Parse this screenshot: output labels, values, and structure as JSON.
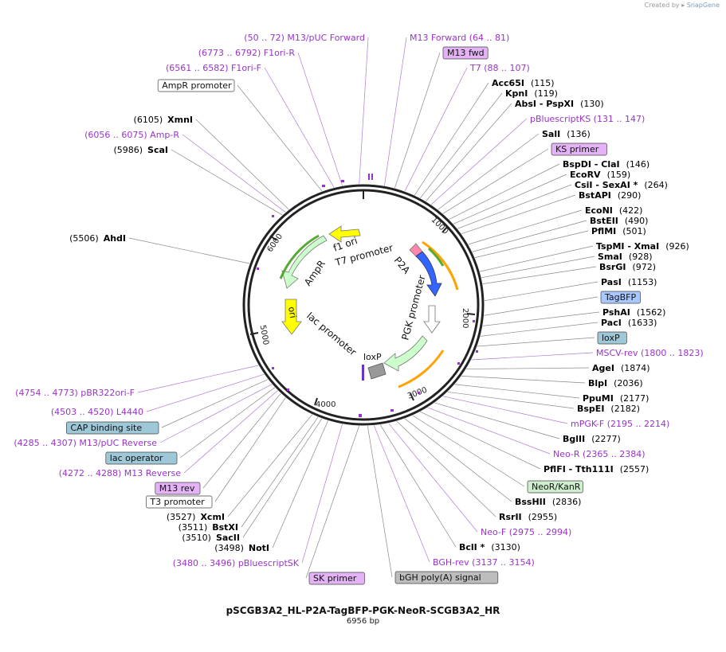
{
  "credit": {
    "prefix": "Created by",
    "brand": "SnapGene"
  },
  "plasmid": {
    "name": "pSCGB3A2_HL-P2A-TagBFP-PGK-NeoR-SCGB3A2_HR",
    "length_label": "6956 bp"
  },
  "ticks": [
    "1000",
    "2000",
    "3000",
    "4000",
    "5000",
    "6000"
  ],
  "colors": {
    "primer": "#9933cc",
    "enzyme": "#000000",
    "box_primer": "#e4b3f5",
    "box_blue": "#9ec7d8",
    "box_tag": "#a9c8ff",
    "box_green": "#cfeecf",
    "box_gray": "#bdbdbd"
  },
  "features": [
    {
      "name": "f1 ori",
      "color": "#ffff00"
    },
    {
      "name": "AmpR",
      "color": "#ccffcc"
    },
    {
      "name": "ori",
      "color": "#ffff00"
    },
    {
      "name": "T7 promoter",
      "color": "#ffffff"
    },
    {
      "name": "P2A",
      "color": "#ff88aa"
    },
    {
      "name": "TagBFP",
      "color": "#3366ff"
    },
    {
      "name": "PGK promoter",
      "color": "#ffffff"
    },
    {
      "name": "NeoR/KanR",
      "color": "#ccffcc"
    },
    {
      "name": "lac promoter",
      "color": "#ffffff"
    },
    {
      "name": "loxP",
      "color": "#999999"
    }
  ],
  "labels_right": [
    {
      "type": "primer",
      "text": "M13 Forward   (64 .. 81)"
    },
    {
      "type": "box",
      "text": "M13 fwd",
      "style": "primer"
    },
    {
      "type": "primer",
      "text": "T7   (88 .. 107)"
    },
    {
      "type": "enzyme",
      "name": "Acc65I",
      "pos": "(115)"
    },
    {
      "type": "enzyme",
      "name": "KpnI",
      "pos": "(119)"
    },
    {
      "type": "enzyme",
      "name": "AbsI   - PspXI",
      "pos": "(130)"
    },
    {
      "type": "primer",
      "text": "pBluescriptKS   (131 .. 147)"
    },
    {
      "type": "enzyme",
      "name": "SalI",
      "pos": "(136)"
    },
    {
      "type": "box",
      "text": "KS primer",
      "style": "primer"
    },
    {
      "type": "enzyme",
      "name": "BspDI   - ClaI",
      "pos": "(146)"
    },
    {
      "type": "enzyme",
      "name": "EcoRV",
      "pos": "(159)"
    },
    {
      "type": "enzyme",
      "name": "CsiI   - SexAI *",
      "pos": "(264)"
    },
    {
      "type": "enzyme",
      "name": "BstAPI",
      "pos": "(290)"
    },
    {
      "type": "enzyme",
      "name": "EcoNI",
      "pos": "(422)"
    },
    {
      "type": "enzyme",
      "name": "BstEII",
      "pos": "(490)"
    },
    {
      "type": "enzyme",
      "name": "PflMI",
      "pos": "(501)"
    },
    {
      "type": "enzyme",
      "name": "TspMI   - XmaI",
      "pos": "(926)"
    },
    {
      "type": "enzyme",
      "name": "SmaI",
      "pos": "(928)"
    },
    {
      "type": "enzyme",
      "name": "BsrGI",
      "pos": "(972)"
    },
    {
      "type": "enzyme",
      "name": "PasI",
      "pos": "(1153)"
    },
    {
      "type": "box",
      "text": "TagBFP",
      "style": "tag"
    },
    {
      "type": "enzyme",
      "name": "PshAI",
      "pos": "(1562)"
    },
    {
      "type": "enzyme",
      "name": "PacI",
      "pos": "(1633)"
    },
    {
      "type": "box",
      "text": "loxP",
      "style": "blue"
    },
    {
      "type": "primer",
      "text": "MSCV-rev   (1800 .. 1823)"
    },
    {
      "type": "enzyme",
      "name": "AgeI",
      "pos": "(1874)"
    },
    {
      "type": "enzyme",
      "name": "BlpI",
      "pos": "(2036)"
    },
    {
      "type": "enzyme",
      "name": "PpuMI",
      "pos": "(2177)"
    },
    {
      "type": "enzyme",
      "name": "BspEI",
      "pos": "(2182)"
    },
    {
      "type": "primer",
      "text": "mPGK-F   (2195 .. 2214)"
    },
    {
      "type": "enzyme",
      "name": "BglII",
      "pos": "(2277)"
    },
    {
      "type": "primer",
      "text": "Neo-R   (2365 .. 2384)"
    },
    {
      "type": "enzyme",
      "name": "PflFI   - Tth111I",
      "pos": "(2557)"
    },
    {
      "type": "box",
      "text": "NeoR/KanR",
      "style": "green"
    },
    {
      "type": "enzyme",
      "name": "BssHII",
      "pos": "(2836)"
    },
    {
      "type": "enzyme",
      "name": "RsrII",
      "pos": "(2955)"
    },
    {
      "type": "primer",
      "text": "Neo-F   (2975 .. 2994)"
    },
    {
      "type": "enzyme",
      "name": "BclI *",
      "pos": "(3130)"
    },
    {
      "type": "primer",
      "text": "BGH-rev   (3137 .. 3154)"
    },
    {
      "type": "box",
      "text": "bGH poly(A) signal",
      "style": "gray"
    },
    {
      "type": "box",
      "text": "SK primer",
      "style": "primer"
    }
  ],
  "labels_left": [
    {
      "type": "primer",
      "text": "(50 .. 72)  M13/pUC Forward"
    },
    {
      "type": "primer",
      "text": "(6773 .. 6792)  F1ori-R"
    },
    {
      "type": "primer",
      "text": "(6561 .. 6582)  F1ori-F"
    },
    {
      "type": "box",
      "text": "AmpR promoter",
      "style": "white"
    },
    {
      "type": "enzyme",
      "name": "XmnI",
      "pos": "(6105)"
    },
    {
      "type": "primer",
      "text": "(6056 .. 6075)  Amp-R"
    },
    {
      "type": "enzyme",
      "name": "ScaI",
      "pos": "(5986)"
    },
    {
      "type": "enzyme",
      "name": "AhdI",
      "pos": "(5506)"
    },
    {
      "type": "primer",
      "text": "(4754 .. 4773)  pBR322ori-F"
    },
    {
      "type": "primer",
      "text": "(4503 .. 4520)  L4440"
    },
    {
      "type": "box",
      "text": "CAP binding site",
      "style": "blue"
    },
    {
      "type": "primer",
      "text": "(4285 .. 4307)  M13/pUC Reverse"
    },
    {
      "type": "box",
      "text": "lac operator",
      "style": "blue"
    },
    {
      "type": "primer",
      "text": "(4272 .. 4288)  M13 Reverse"
    },
    {
      "type": "box",
      "text": "M13 rev",
      "style": "primer"
    },
    {
      "type": "box",
      "text": "T3 promoter",
      "style": "white"
    },
    {
      "type": "enzyme",
      "name": "XcmI",
      "pos": "(3527)"
    },
    {
      "type": "enzyme",
      "name": "BstXI",
      "pos": "(3511)"
    },
    {
      "type": "enzyme",
      "name": "SacII",
      "pos": "(3510)"
    },
    {
      "type": "enzyme",
      "name": "NotI",
      "pos": "(3498)"
    },
    {
      "type": "primer",
      "text": "(3480 .. 3496)  pBluescriptSK"
    }
  ]
}
